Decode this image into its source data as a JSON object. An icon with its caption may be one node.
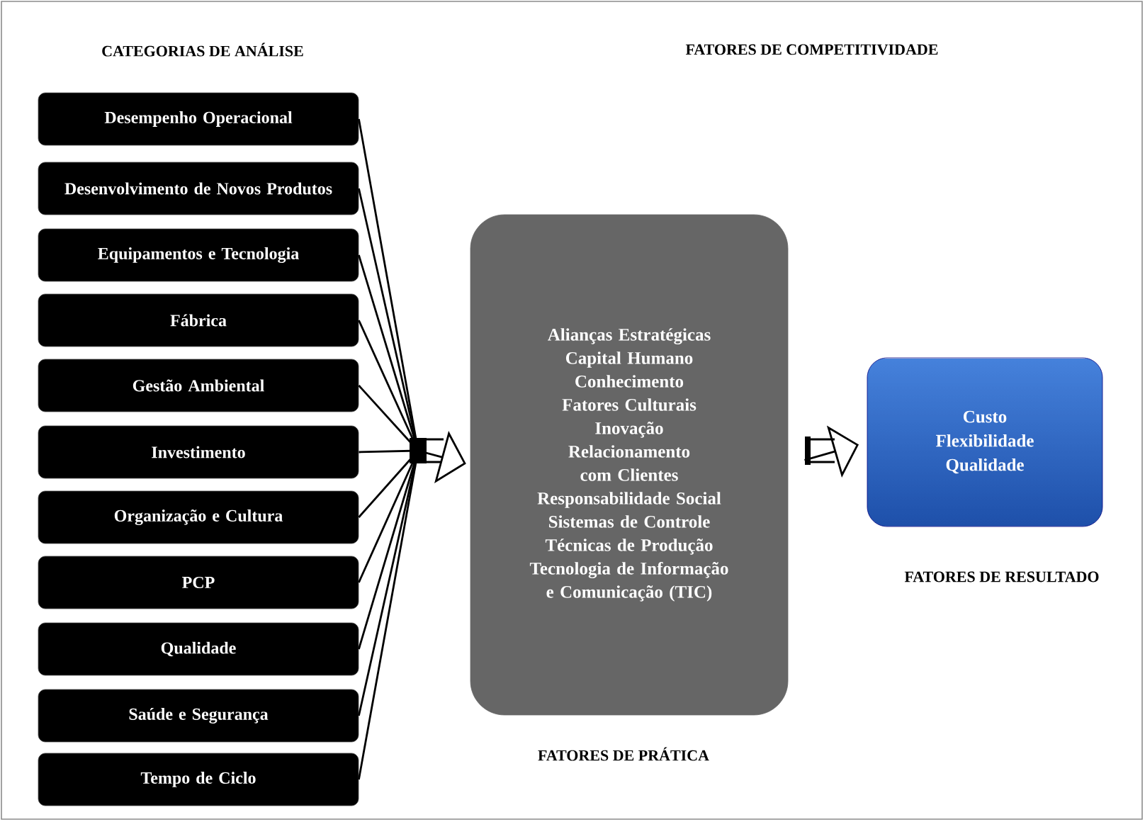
{
  "diagram": {
    "title": "FATORES DE COMPETITIVIDADE",
    "nodes": [
      {
        "text": [
          "Desempenho Operacional"
        ]
      },
      {
        "text": [
          "Desenvolvimento de Novos Produtos"
        ]
      },
      {
        "text": [
          "Equipamentos e Tecnologia"
        ]
      },
      {
        "text": [
          "Fábrica"
        ]
      },
      {
        "text": [
          "Gestão Ambiental"
        ]
      },
      {
        "text": [
          "Investimento"
        ]
      },
      {
        "text": [
          "Organização e Cultura"
        ]
      },
      {
        "text": [
          "PCP"
        ]
      },
      {
        "text": [
          "Qualidade"
        ]
      },
      {
        "text": [
          "Saúde e Segurança"
        ]
      },
      {
        "text": [
          "Tempo de Ciclo"
        ]
      },
      {
        "text": [
          "Alianças Estratégicas",
          "Capital Humano",
          "Conhecimento",
          "Fatores Culturais",
          "Inovação",
          "Relacionamento com Clientes",
          "Responsabilidade Social",
          "Sistemas de Controle",
          "Técnicas de Produção",
          "Tecnologia de Informação e Comunicação (TIC)"
        ],
        "beside": [
          "FATORES DE PRÁTICA"
        ]
      },
      {
        "text": [
          "Custo",
          "Flexibilidade",
          "Qualidade"
        ],
        "beside": [
          "FATORES DE RESULTADO"
        ]
      }
    ],
    "edges": [
      {
        "from": 0,
        "to": 11,
        "arrow": "to"
      },
      {
        "from": 1,
        "to": 11,
        "arrow": "to"
      },
      {
        "from": 2,
        "to": 11,
        "arrow": "to"
      },
      {
        "from": 3,
        "to": 11,
        "arrow": "to"
      },
      {
        "from": 4,
        "to": 11,
        "arrow": "to"
      },
      {
        "from": 5,
        "to": 11,
        "arrow": "to"
      },
      {
        "from": 6,
        "to": 11,
        "arrow": "to"
      },
      {
        "from": 7,
        "to": 11,
        "arrow": "to"
      },
      {
        "from": 8,
        "to": 11,
        "arrow": "to"
      },
      {
        "from": 9,
        "to": 11,
        "arrow": "to"
      },
      {
        "from": 10,
        "to": 11,
        "arrow": "to"
      },
      {
        "from": 11,
        "to": 12,
        "arrow": "to"
      }
    ],
    "labels": [
      "CATEGORIAS DE ANÁLISE"
    ]
  }
}
